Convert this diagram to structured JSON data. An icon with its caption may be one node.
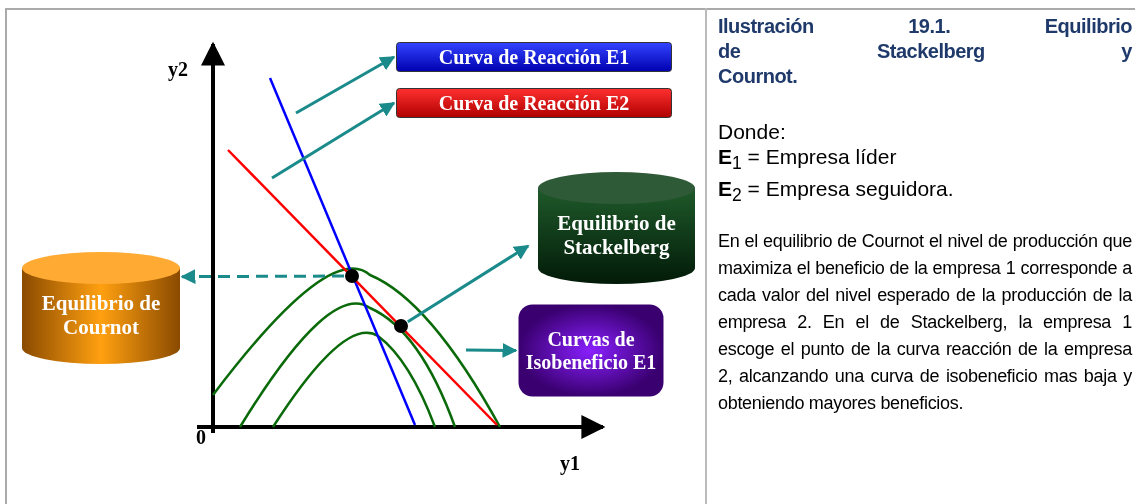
{
  "diagram": {
    "title": "Ilustración 19.1. Equilibrio de Stackelberg y Cournot.",
    "nodes": [
      {
        "text": [
          "Curva de Reacción E1"
        ]
      },
      {
        "text": [
          "Curva de Reacción E2"
        ]
      },
      {
        "text": [
          "Equilibrio de Stackelberg"
        ]
      },
      {
        "text": [
          "Equilibrio de Cournot"
        ]
      },
      {
        "text": [
          "Curvas de Isobeneficio E1"
        ]
      },
      {
        "text": [],
        "shape": "circle"
      },
      {
        "text": [],
        "shape": "circle"
      }
    ],
    "edges": [
      {
        "from": null,
        "to": 0,
        "arrow": "to"
      },
      {
        "from": null,
        "to": 1,
        "arrow": "to"
      },
      {
        "from": 5,
        "to": 3,
        "arrow": "to",
        "style": "dashed"
      },
      {
        "from": 6,
        "to": 2,
        "arrow": "to"
      },
      {
        "from": null,
        "to": 4,
        "arrow": "to"
      }
    ],
    "labels": [
      "y2",
      "0",
      "y1",
      "Donde:",
      "**E**$_{1}$ = Empresa líder",
      "**E**$_{2}$ = Empresa seguidora.",
      "En el equilibrio de Cournot el nivel de producción que maximiza el beneficio de la empresa 1 corresponde a cada valor del nivel esperado de la producción de la empresa 2. En el de Stackelberg, la empresa 1 escoge el punto de la curva reacción de la empresa 2, alcanzando una curva de isobeneficio mas baja y obteniendo mayores beneficios."
    ]
  }
}
